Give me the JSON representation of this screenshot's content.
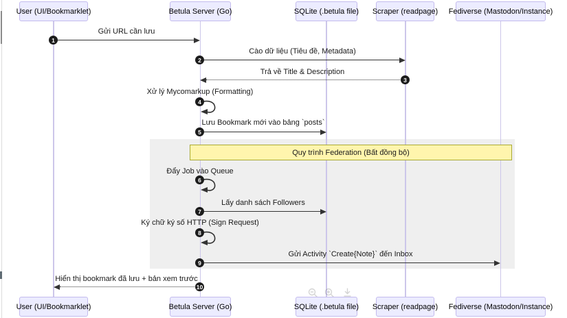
{
  "diagram_type": "sequence",
  "actors": [
    {
      "label": "User (UI/Bookmarklet)"
    },
    {
      "label": "Betula Server (Go)"
    },
    {
      "label": "SQLite (.betula file)"
    },
    {
      "label": "Scraper (readpage)"
    },
    {
      "label": "Fediverse (Mastodon/Instance)"
    }
  ],
  "messages": [
    {
      "num": "1",
      "label": "Gửi URL cần lưu",
      "from": "User (UI/Bookmarklet)",
      "to": "Betula Server (Go)",
      "kind": "solid"
    },
    {
      "num": "2",
      "label": "Cào dữ liệu (Tiêu đề, Metadata)",
      "from": "Betula Server (Go)",
      "to": "Scraper (readpage)",
      "kind": "solid"
    },
    {
      "num": "3",
      "label": "Trả về Title & Description",
      "from": "Scraper (readpage)",
      "to": "Betula Server (Go)",
      "kind": "dotted"
    },
    {
      "num": "4",
      "label": "Xử lý Mycomarkup (Formatting)",
      "from": "Betula Server (Go)",
      "to": "Betula Server (Go)",
      "kind": "self"
    },
    {
      "num": "5",
      "label": "Lưu Bookmark mới vào bảng `posts`",
      "from": "Betula Server (Go)",
      "to": "SQLite (.betula file)",
      "kind": "solid"
    },
    {
      "num": "6",
      "label": "Đẩy Job vào Queue",
      "from": "Betula Server (Go)",
      "to": "Betula Server (Go)",
      "kind": "self"
    },
    {
      "num": "7",
      "label": "Lấy danh sách Followers",
      "from": "Betula Server (Go)",
      "to": "SQLite (.betula file)",
      "kind": "solid"
    },
    {
      "num": "8",
      "label": "Ký chữ ký số HTTP (Sign Request)",
      "from": "Betula Server (Go)",
      "to": "Betula Server (Go)",
      "kind": "self"
    },
    {
      "num": "9",
      "label": "Gửi Activity `Create{Note}` đến Inbox",
      "from": "Betula Server (Go)",
      "to": "Fediverse (Mastodon/Instance)",
      "kind": "solid"
    },
    {
      "num": "10",
      "label": "Hiển thị bookmark đã lưu + bản xem trước",
      "from": "Betula Server (Go)",
      "to": "User (UI/Bookmarklet)",
      "kind": "dotted"
    }
  ],
  "note": {
    "label": "Quy trình Federation (Bất đồng bộ)"
  },
  "icons": [
    "zoom-out-icon",
    "zoom-in-icon",
    "download-icon"
  ],
  "colors": {
    "actor_fill": "#ECECFF",
    "actor_border": "#c3baed",
    "lifeline": "#ccc6ea",
    "region_fill": "#efefef",
    "note_fill": "#fff5ad",
    "note_border": "#aaaa33",
    "arrow": "#333333",
    "number_badge": "#1c1c1c"
  }
}
